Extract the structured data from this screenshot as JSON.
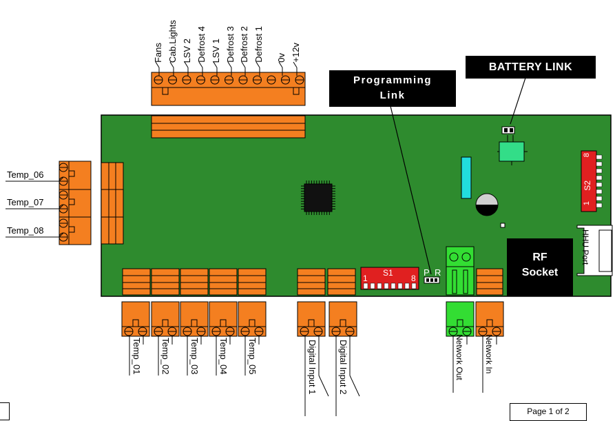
{
  "top_connector": {
    "labels": [
      "Fans",
      "Cab.Lights",
      "LSV 2",
      "Defrost 4",
      "LSV 1",
      "Defrost 3",
      "Defrost 2",
      "Defrost 1",
      "0v",
      "+12v"
    ]
  },
  "left_connector": {
    "labels": [
      "Temp_06",
      "Temp_07",
      "Temp_08"
    ]
  },
  "bottom_temp_connectors": {
    "labels": [
      "Temp_01",
      "Temp_02",
      "Temp_03",
      "Temp_04",
      "Temp_05"
    ]
  },
  "digital_inputs": {
    "labels": [
      "Digital Input 1",
      "Digital Input 2"
    ]
  },
  "network": {
    "out_label": "Network Out",
    "in_label": "Network In"
  },
  "callouts": {
    "programming_link": [
      "Programming",
      "Link"
    ],
    "battery_link": "BATTERY LINK",
    "rf_socket": [
      "RF",
      "Socket"
    ]
  },
  "s1_switch": {
    "name": "S1",
    "left_num": "1",
    "right_num": "8"
  },
  "s2_switch": {
    "name": "S2",
    "left_num": "1",
    "right_num": "8"
  },
  "pr_link": {
    "p": "P",
    "r": "R"
  },
  "hhu_port_label": "HHU Port",
  "footer": {
    "page": "Page 1 of 2"
  },
  "colors": {
    "board": "#2e8b2e",
    "connector": "#f47f20",
    "switch_red": "#e02020",
    "network_green": "#33dd33",
    "cyan": "#22dddd"
  }
}
